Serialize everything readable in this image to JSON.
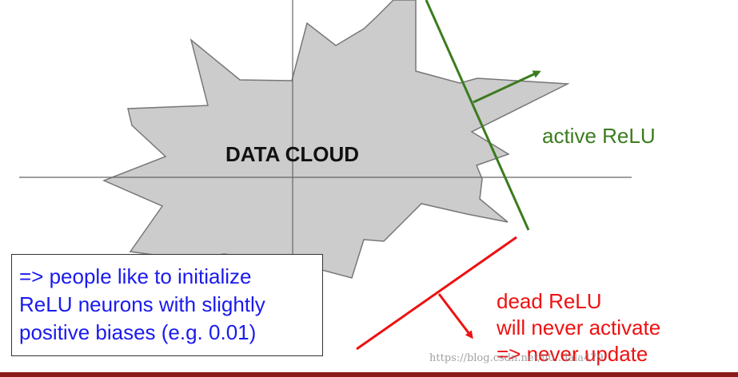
{
  "diagram": {
    "cloud_label": "DATA CLOUD",
    "active_label": "active ReLU",
    "dead_lines": [
      "dead ReLU",
      "will never activate",
      "=> never update"
    ],
    "note_lines": [
      "=> people like to initialize",
      "ReLU neurons with slightly",
      "positive biases (e.g. 0.01)"
    ]
  },
  "watermark": "https://blog.csdn.net/u0...lala479",
  "colors": {
    "cloud_fill": "#cccccc",
    "cloud_stroke": "#777777",
    "axis": "#666666",
    "active": "#3b7c1f",
    "dead": "#ee1111",
    "note_text": "#1a1aee",
    "bottom_bar": "#8b1a1a"
  }
}
